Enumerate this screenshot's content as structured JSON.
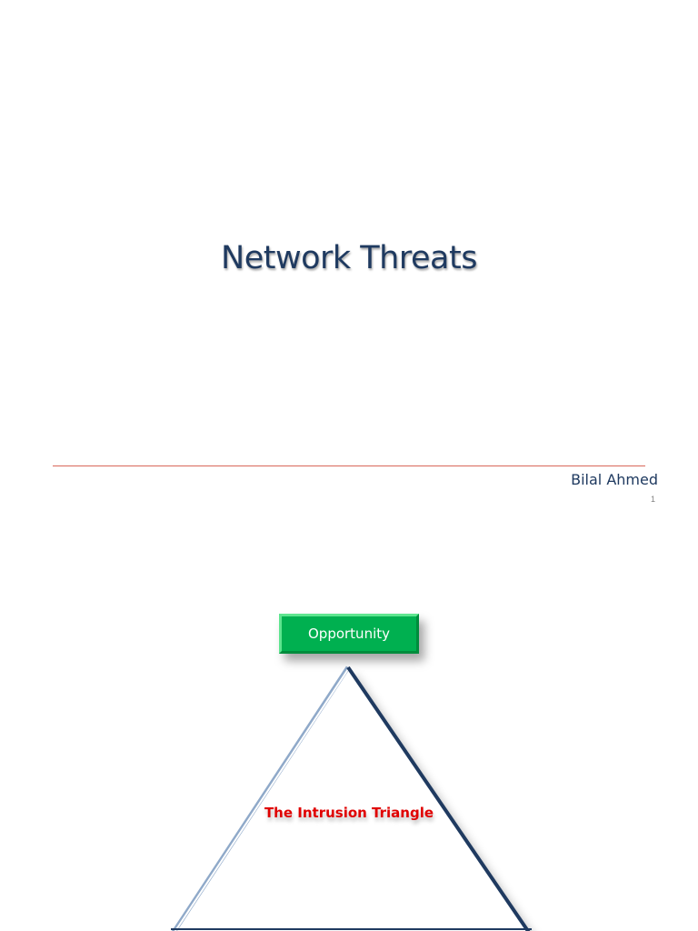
{
  "slide1": {
    "title": "Network Threats",
    "author": "Bilal Ahmed",
    "page_number": "1"
  },
  "slide2": {
    "top_box_label": "Opportunity",
    "triangle_label": "The Intrusion Triangle",
    "colors": {
      "box_fill": "#00b050",
      "triangle_edge": "#1f3a60",
      "label_text": "#e00000"
    }
  },
  "colors": {
    "title_text": "#1f3a60",
    "divider": "#d9685a"
  }
}
